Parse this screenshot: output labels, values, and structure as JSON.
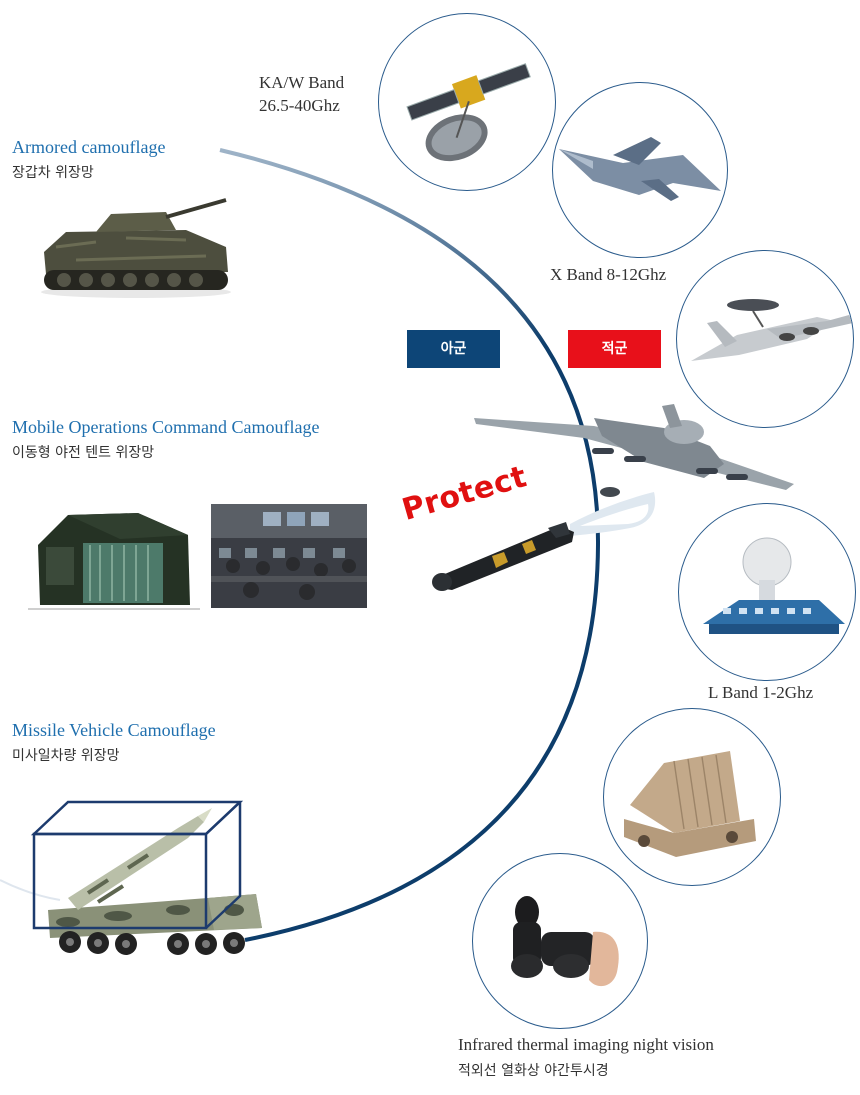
{
  "left_items": [
    {
      "title": "Armored camouflage",
      "subtitle": "장갑차 위장망",
      "image": "armored-vehicle"
    },
    {
      "title": "Mobile Operations Command Camouflage",
      "subtitle": "이동형 야전 텐트 위장망",
      "image": "field-tent-and-command-room"
    },
    {
      "title": "Missile Vehicle Camouflage",
      "subtitle": "미사일차량 위장망",
      "image": "missile-launcher-truck"
    }
  ],
  "tags": {
    "ally": "아군",
    "enemy": "적군",
    "ally_color": "#0d4577",
    "enemy_color": "#e8101a"
  },
  "protect_label": "Protect",
  "threats": [
    {
      "line1": "KA/W Band",
      "line2": "26.5-40Ghz",
      "icon": "satellite-icon"
    },
    {
      "line1": "X Band 8-12Ghz",
      "icon": "fighter-jet-icon"
    },
    {
      "line1": "",
      "icon": "awacs-aircraft-icon"
    },
    {
      "line1": "L Band  1-2Ghz",
      "icon": "radar-station-icon"
    },
    {
      "line1": "",
      "icon": "radar-array-icon"
    },
    {
      "line1": "Infrared thermal imaging night vision",
      "line2": "적외선 열화상 야간투시경",
      "icon": "binoculars-icon"
    }
  ],
  "colors": {
    "arc": "#0d3d6b",
    "circle_border": "#2a5b8c",
    "title_blue": "#1f6fae"
  }
}
